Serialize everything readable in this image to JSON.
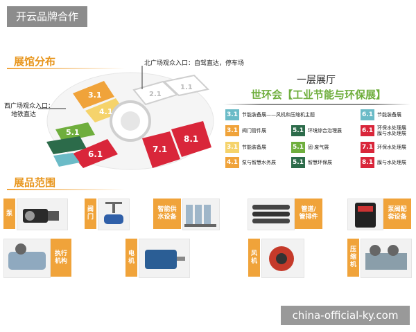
{
  "badge": "开云品牌合作",
  "sections": {
    "hall_distribution": "展馆分布",
    "product_scope": "展品范围"
  },
  "entrances": {
    "north": "北广场观众入口：自驾直达，停车场",
    "west_line1": "西广场观众入口：",
    "west_line2": "地铁直达"
  },
  "map_labels": {
    "h1": "1.1",
    "h2": "2.1",
    "h3": "3.1",
    "h4": "4.1",
    "h5": "5.1",
    "h6": "6.1",
    "h7": "7.1",
    "h8": "8.1"
  },
  "hall": {
    "title": "一层展厅",
    "subtitle": "世环会【工业节能与环保展】"
  },
  "legend": [
    {
      "code": "3.1",
      "color": "#6bbbc7",
      "lines": [
        "节能装备展——风机和压缩机主题"
      ]
    },
    {
      "code": "3.1",
      "color": "#f0a33a",
      "lines": [
        "阀门管件展"
      ]
    },
    {
      "code": "5.1",
      "color": "#2c6b4a",
      "lines": [
        "环境综合治理展"
      ]
    },
    {
      "code": "6.1",
      "color": "#d9263a",
      "lines": [
        "环保水处理展",
        "膜与水处理展"
      ]
    },
    {
      "code": "3.1",
      "color": "#f5d36b",
      "lines": [
        "节能装备展"
      ]
    },
    {
      "code": "5.1",
      "color": "#6fae3d",
      "lines": [
        "固·废气展"
      ]
    },
    {
      "code": "7.1",
      "color": "#d9263a",
      "lines": [
        "环保水处理展"
      ]
    },
    {
      "code": "4.1",
      "color": "#f0a33a",
      "lines": [
        "泵与智慧水务展"
      ]
    },
    {
      "code": "5.1",
      "color": "#2c6b4a",
      "lines": [
        "智慧环保展"
      ]
    },
    {
      "code": "8.1",
      "color": "#d9263a",
      "lines": [
        "膜与水处理展"
      ]
    },
    {
      "code": "6.1",
      "color": "#6bbbc7",
      "lines": [
        "节能装备展"
      ]
    }
  ],
  "products": {
    "pump": "泵",
    "valve_1": "阀",
    "valve_2": "门",
    "water_1": "智能供",
    "water_2": "水设备",
    "pipe_1": "管道/",
    "pipe_2": "管排件",
    "pumpvalve_1": "泵阀配",
    "pumpvalve_2": "套设备",
    "actuator_1": "执行",
    "actuator_2": "机构",
    "motor_1": "电",
    "motor_2": "机",
    "fan_1": "风",
    "fan_2": "机",
    "compressor_1": "压",
    "compressor_2": "缩",
    "compressor_3": "机"
  },
  "watermark": "china-official-ky.com"
}
